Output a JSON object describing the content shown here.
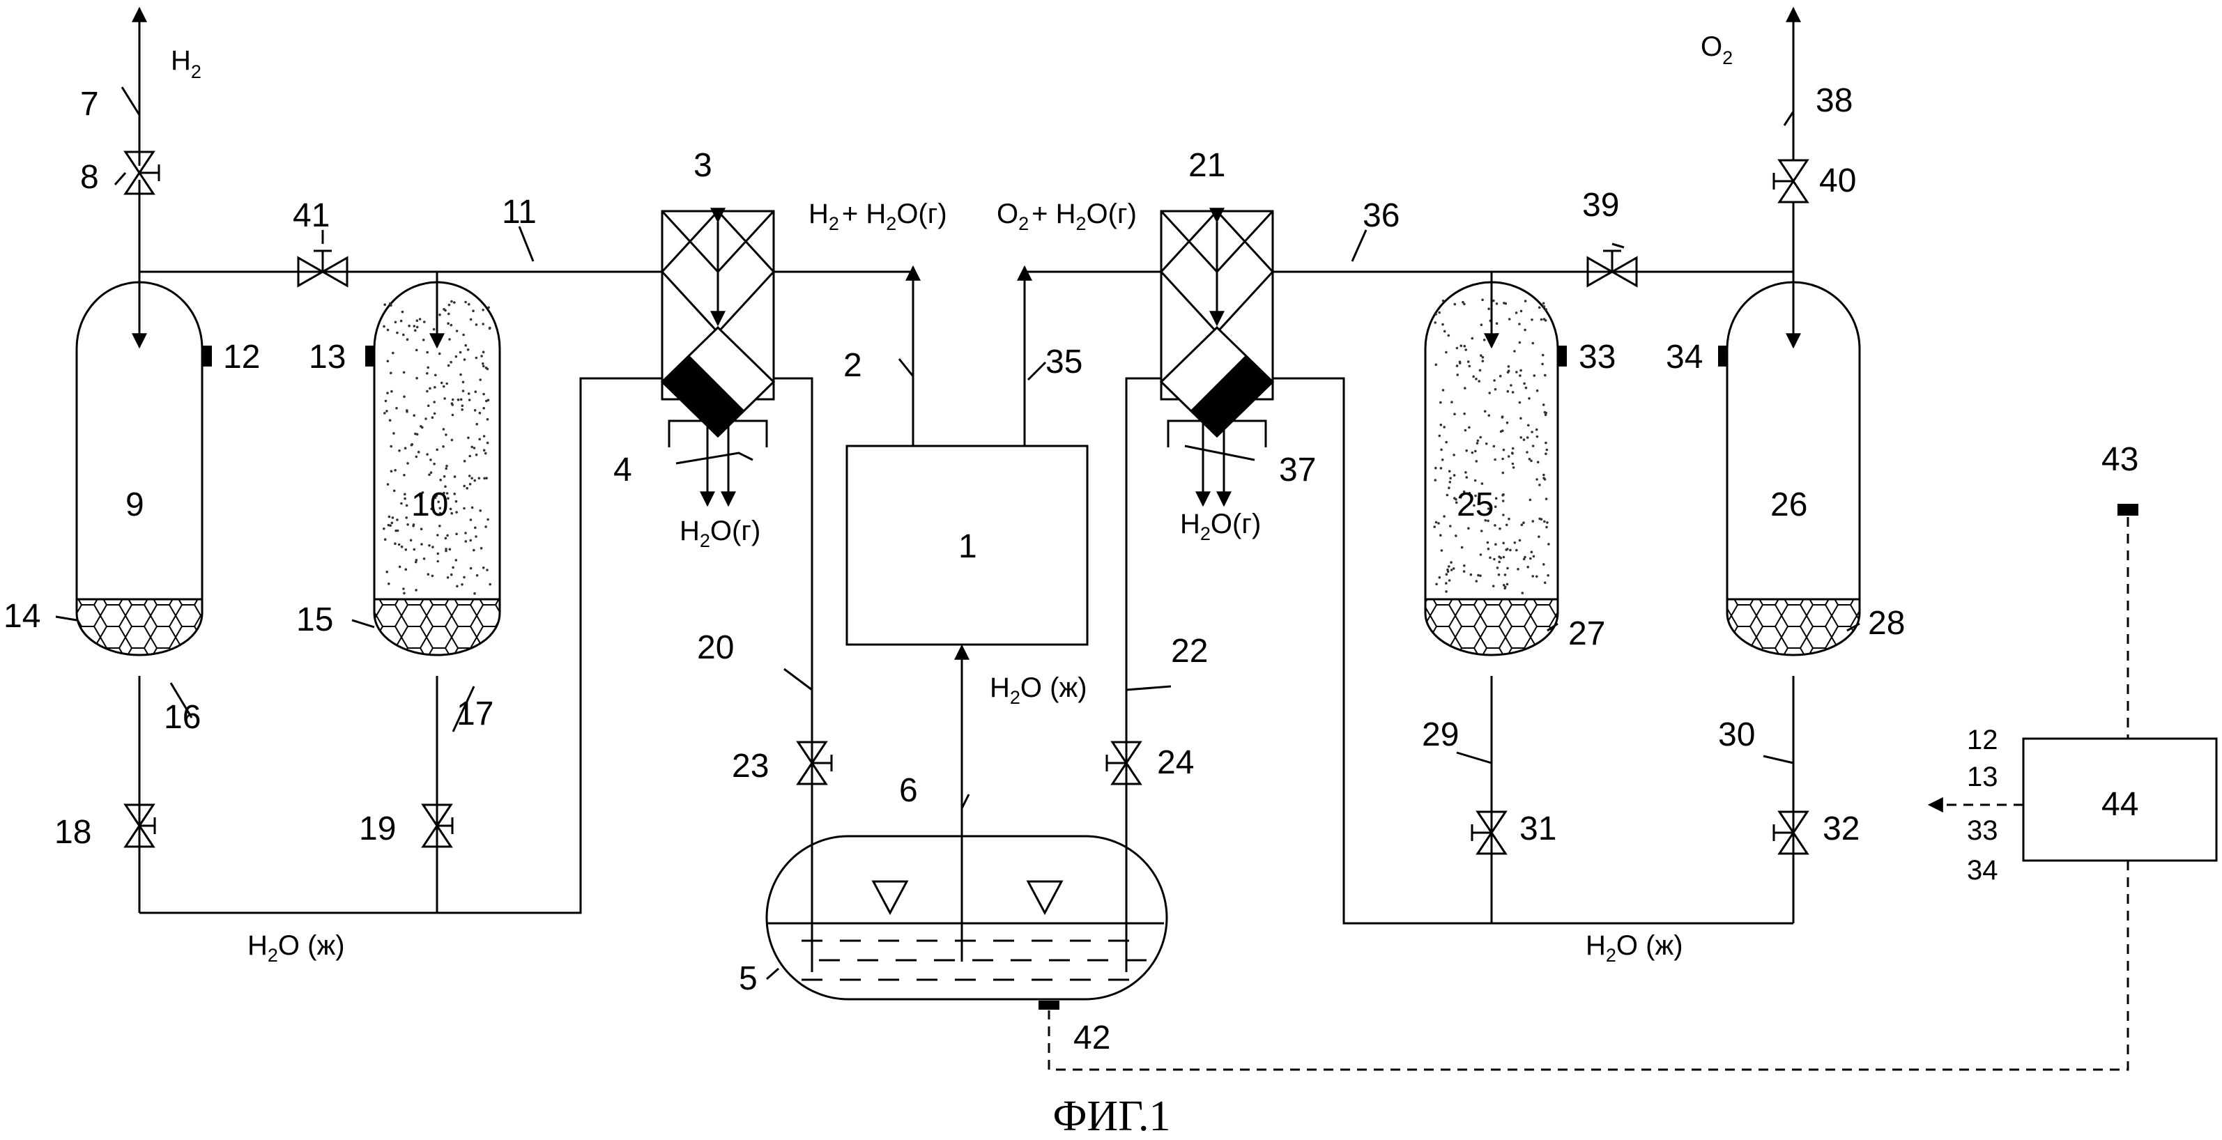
{
  "figure": {
    "caption": "ФИГ.1",
    "diagram_data": {
      "numbers": {
        "n1": "1",
        "n2": "2",
        "n3": "3",
        "n4": "4",
        "n5": "5",
        "n6": "6",
        "n7": "7",
        "n8": "8",
        "n9": "9",
        "n10": "10",
        "n11": "11",
        "n12": "12",
        "n13": "13",
        "n14": "14",
        "n15": "15",
        "n16": "16",
        "n17": "17",
        "n18": "18",
        "n19": "19",
        "n20": "20",
        "n21": "21",
        "n22": "22",
        "n23": "23",
        "n24": "24",
        "n25": "25",
        "n26": "26",
        "n27": "27",
        "n28": "28",
        "n29": "29",
        "n30": "30",
        "n31": "31",
        "n32": "32",
        "n33": "33",
        "n34": "34",
        "n35": "35",
        "n36": "36",
        "n37": "37",
        "n38": "38",
        "n39": "39",
        "n40": "40",
        "n41": "41",
        "n42": "42",
        "n43": "43",
        "n44": "44"
      },
      "legend_44": [
        "12",
        "13",
        "33",
        "34"
      ],
      "gas": {
        "h2_main": "H",
        "h2_sub": "2",
        "o2_main": "O",
        "o2_sub": "2",
        "h2_mix": "H",
        "h2_mix_sub": "2",
        "h2_mix_rest": "+ H",
        "h2_mix_sub2": "2",
        "h2_mix_end": "O(г)",
        "o2_mix": "O",
        "o2_mix_sub": "2",
        "o2_mix_rest": "+ H",
        "o2_mix_sub2": "2",
        "o2_mix_end": "O(г)",
        "vapor_left": "H",
        "vapor_left_sub": "2",
        "vapor_left_end": "O(г)",
        "vapor_right": "H",
        "vapor_right_sub": "2",
        "vapor_right_end": "O(г)",
        "liquid_center": "H",
        "liquid_center_sub": "2",
        "liquid_center_end": "O (ж)",
        "liquid_left": "H",
        "liquid_left_sub": "2",
        "liquid_left_end": "O (ж)",
        "liquid_right": "H",
        "liquid_right_sub": "2",
        "liquid_right_end": "O (ж)"
      }
    }
  }
}
